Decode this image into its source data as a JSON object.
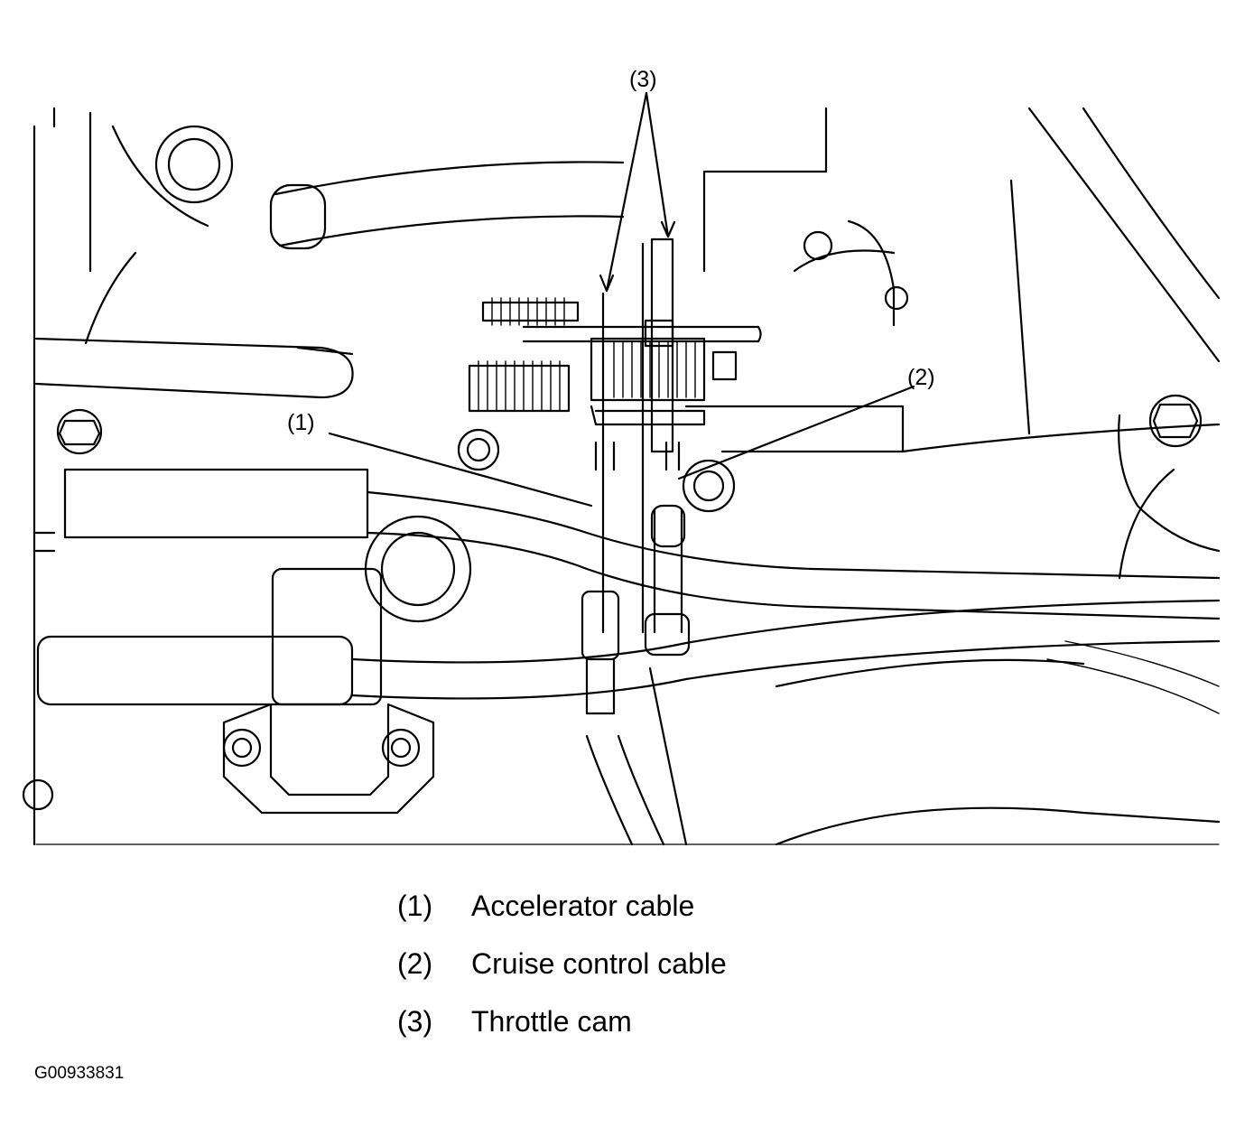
{
  "diagram": {
    "callouts": [
      {
        "id": "3",
        "label": "(3)"
      },
      {
        "id": "2",
        "label": "(2)"
      },
      {
        "id": "1",
        "label": "(1)"
      }
    ]
  },
  "legend": {
    "items": [
      {
        "number": "(1)",
        "text": "Accelerator cable"
      },
      {
        "number": "(2)",
        "text": "Cruise control cable"
      },
      {
        "number": "(3)",
        "text": "Throttle cam"
      }
    ]
  },
  "figure_id": "G00933831"
}
